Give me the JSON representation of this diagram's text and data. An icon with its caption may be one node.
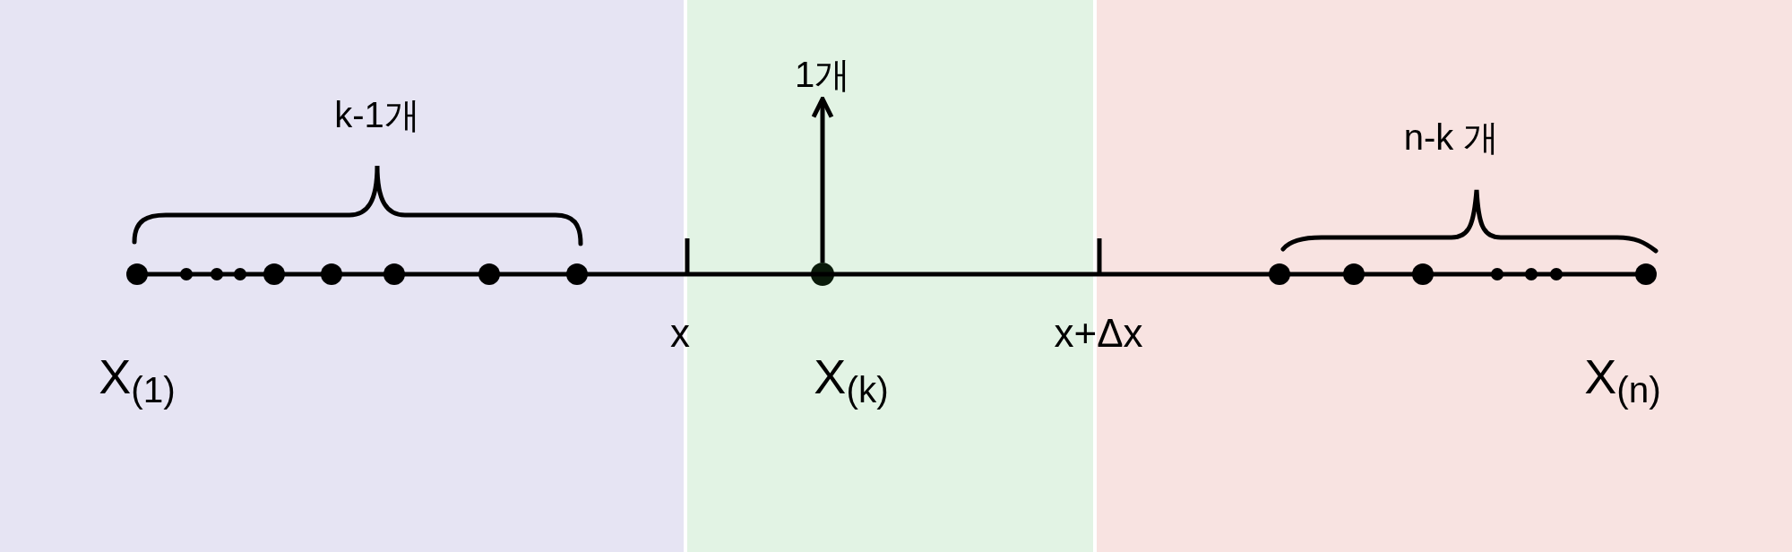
{
  "diagram": {
    "nodes": [
      {
        "text": [
          "k-1개",
          "X$_{(1)}$"
        ]
      },
      {
        "text": [
          "X$_{(k)}$"
        ]
      },
      {
        "text": [
          "n-k 개",
          "X$_{(n)}$"
        ]
      },
      {
        "text": [
          "1개"
        ],
        "in": 1
      },
      {
        "text": [],
        "shape": "circle",
        "in": 1
      }
    ],
    "edges": [
      {
        "from": 4,
        "to": 3,
        "arrow": "to"
      }
    ],
    "labels": [
      "x",
      "x+Δx"
    ]
  }
}
